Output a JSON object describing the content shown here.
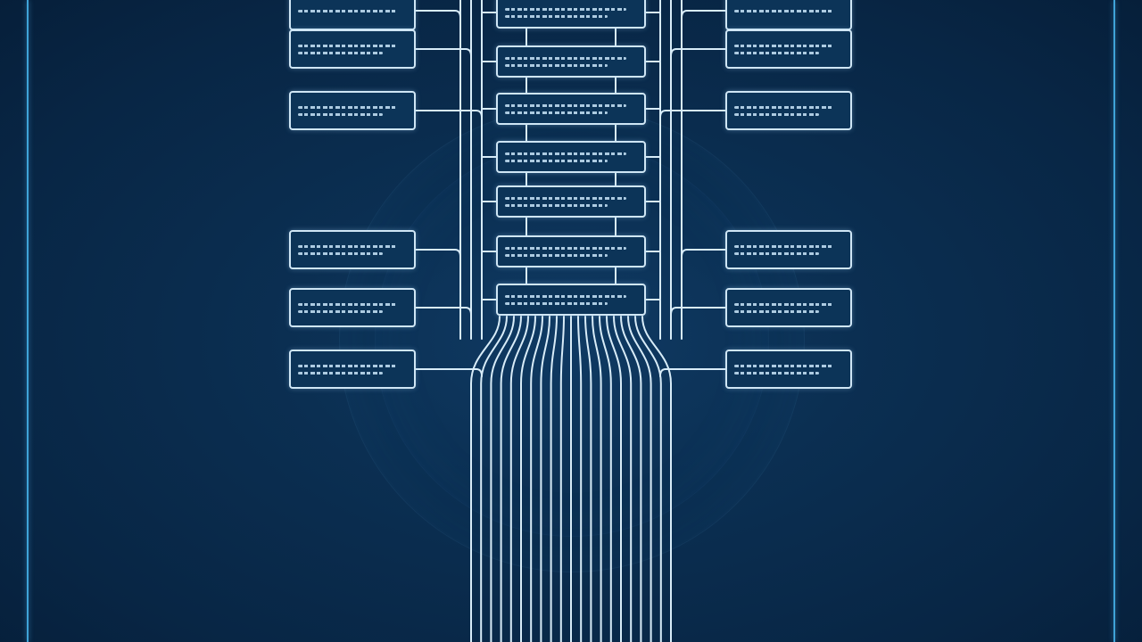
{
  "diagram": {
    "colors": {
      "background": "#0a2a4a",
      "frame": "#3fa3d8",
      "node_border": "#cfe6f5",
      "node_fill": "#0c3458",
      "wire": "#d8ecf8"
    },
    "center_nodes": [
      {
        "id": "c1",
        "lines": 2
      },
      {
        "id": "c2",
        "lines": 2
      },
      {
        "id": "c3",
        "lines": 2
      },
      {
        "id": "c4",
        "lines": 2
      },
      {
        "id": "c5",
        "lines": 2
      },
      {
        "id": "c6",
        "lines": 2
      },
      {
        "id": "c7",
        "lines": 2
      }
    ],
    "left_nodes": [
      {
        "id": "l1",
        "lines": 1
      },
      {
        "id": "l2",
        "lines": 2
      },
      {
        "id": "l3",
        "lines": 2
      },
      {
        "id": "l4",
        "lines": 2
      },
      {
        "id": "l5",
        "lines": 2
      },
      {
        "id": "l6",
        "lines": 2
      }
    ],
    "right_nodes": [
      {
        "id": "r1",
        "lines": 1
      },
      {
        "id": "r2",
        "lines": 2
      },
      {
        "id": "r3",
        "lines": 2
      },
      {
        "id": "r4",
        "lines": 2
      },
      {
        "id": "r5",
        "lines": 2
      },
      {
        "id": "r6",
        "lines": 2
      }
    ],
    "bus_wire_count": 21
  }
}
